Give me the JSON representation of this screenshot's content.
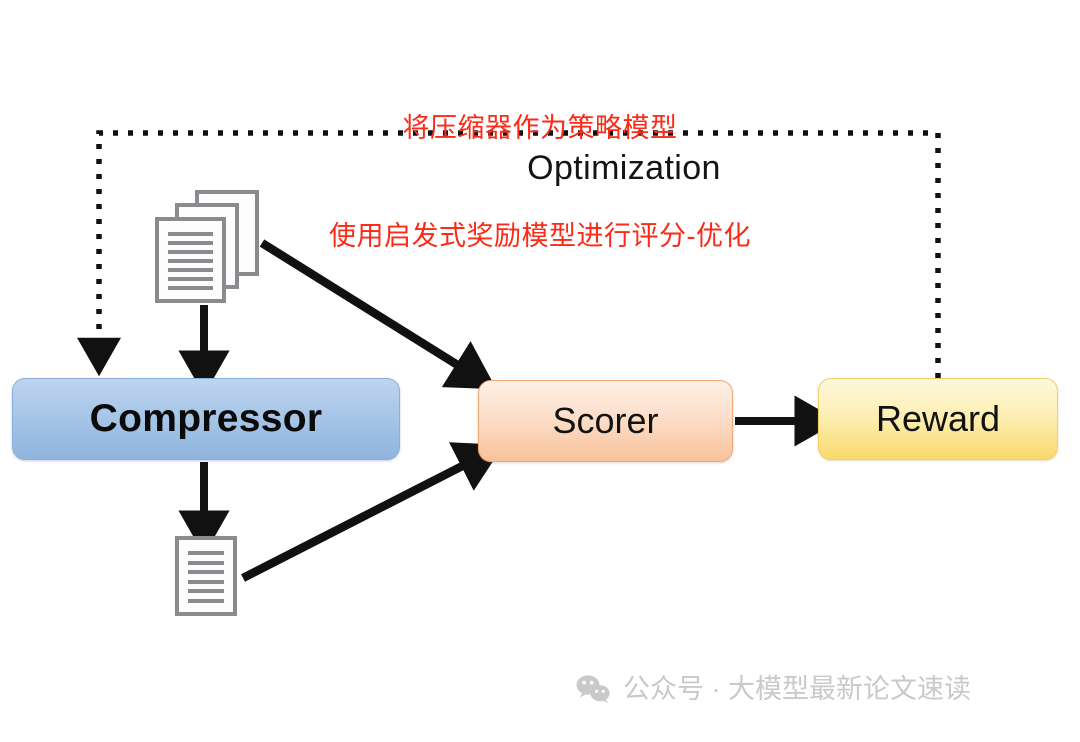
{
  "annotation": {
    "line1": "将压缩器作为策略模型",
    "line2": "使用启发式奖励模型进行评分-优化",
    "color": "#fc2a17"
  },
  "diagram": {
    "optimization_label": "Optimization",
    "nodes": {
      "compressor": {
        "label": "Compressor",
        "fill": "#a9c7e8",
        "border": "#8ab0da"
      },
      "scorer": {
        "label": "Scorer",
        "fill": "#fcdcc6",
        "border": "#f0a877"
      },
      "reward": {
        "label": "Reward",
        "fill": "#fdeeae",
        "border": "#f2cf66"
      }
    },
    "icons": {
      "documents_stack": "documents-stack-icon",
      "document_single": "document-icon"
    },
    "edges": [
      {
        "from": "documents-stack",
        "to": "compressor",
        "style": "solid-arrow"
      },
      {
        "from": "documents-stack",
        "to": "scorer",
        "style": "solid-arrow"
      },
      {
        "from": "compressor",
        "to": "document",
        "style": "solid-arrow"
      },
      {
        "from": "document",
        "to": "scorer",
        "style": "solid-arrow"
      },
      {
        "from": "scorer",
        "to": "reward",
        "style": "solid-arrow"
      },
      {
        "from": "reward",
        "to": "compressor",
        "style": "dotted-arrow",
        "label": "Optimization"
      }
    ]
  },
  "watermark": {
    "icon": "wechat-icon",
    "text": "公众号 · 大模型最新论文速读",
    "color": "#c9c9c9"
  }
}
